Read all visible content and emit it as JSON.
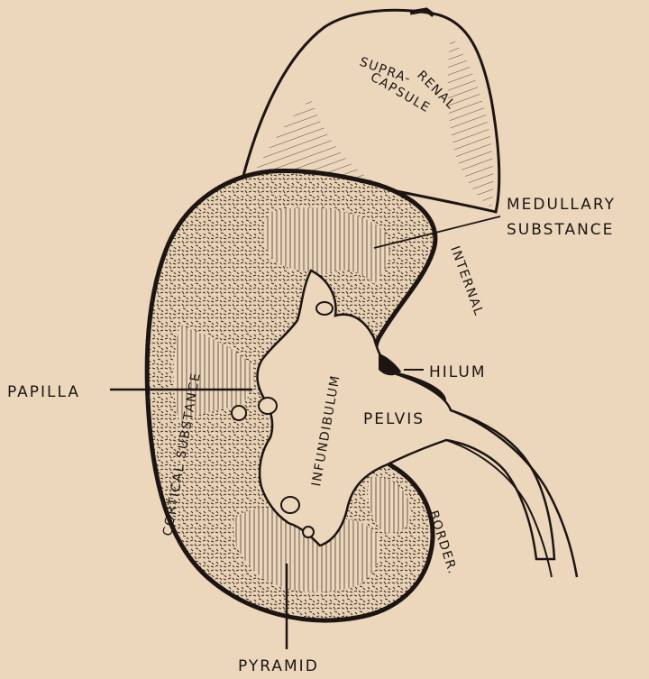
{
  "labels": {
    "supra_1": "SUPRA-",
    "supra_2": "RENAL",
    "supra_3": "CAPSULE",
    "medullary_1": "MEDULLARY",
    "medullary_2": "SUBSTANCE",
    "internal": "INTERNAL",
    "hilum": "HILUM",
    "pelvis": "PELVIS",
    "papilla": "PAPILLA",
    "infundibulum": "INFUNDIBULUM",
    "cortical_substance": "CORTICAL SUBSTANCE",
    "border": "BORDER.",
    "pyramid": "PYRAMID"
  },
  "colors": {
    "paper": "#ecd7bd",
    "ink": "#1d1512"
  }
}
